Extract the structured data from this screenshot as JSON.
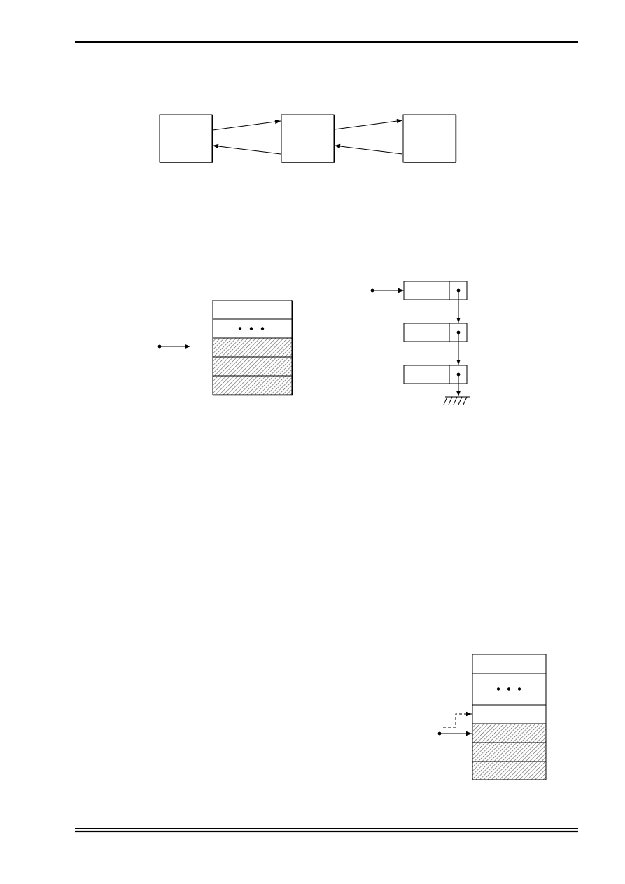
{
  "page": {
    "ink_color": "#000000",
    "background_color": "#ffffff",
    "hatch_color": "#555555"
  },
  "header_rule": {
    "style": "double"
  },
  "footer_rule": {
    "style": "double"
  },
  "figure_chain": {
    "boxes": [
      "",
      "",
      ""
    ],
    "links": [
      {
        "from": 0,
        "to": 1,
        "direction": "forward"
      },
      {
        "from": 1,
        "to": 0,
        "direction": "backward"
      },
      {
        "from": 1,
        "to": 2,
        "direction": "forward"
      },
      {
        "from": 2,
        "to": 1,
        "direction": "backward"
      }
    ]
  },
  "figure_array_stack": {
    "cells": [
      {
        "kind": "empty"
      },
      {
        "kind": "ellipsis"
      },
      {
        "kind": "filled"
      },
      {
        "kind": "filled"
      },
      {
        "kind": "filled"
      }
    ],
    "pointer_target_index": 2
  },
  "figure_linked_list": {
    "nodes": 3,
    "terminator": "ground"
  },
  "figure_array_stack_push": {
    "cells": [
      {
        "kind": "empty"
      },
      {
        "kind": "ellipsis"
      },
      {
        "kind": "empty"
      },
      {
        "kind": "filled"
      },
      {
        "kind": "filled"
      },
      {
        "kind": "filled"
      }
    ],
    "pointer_target_index": 3,
    "dashed_pointer_target_index": 2
  }
}
